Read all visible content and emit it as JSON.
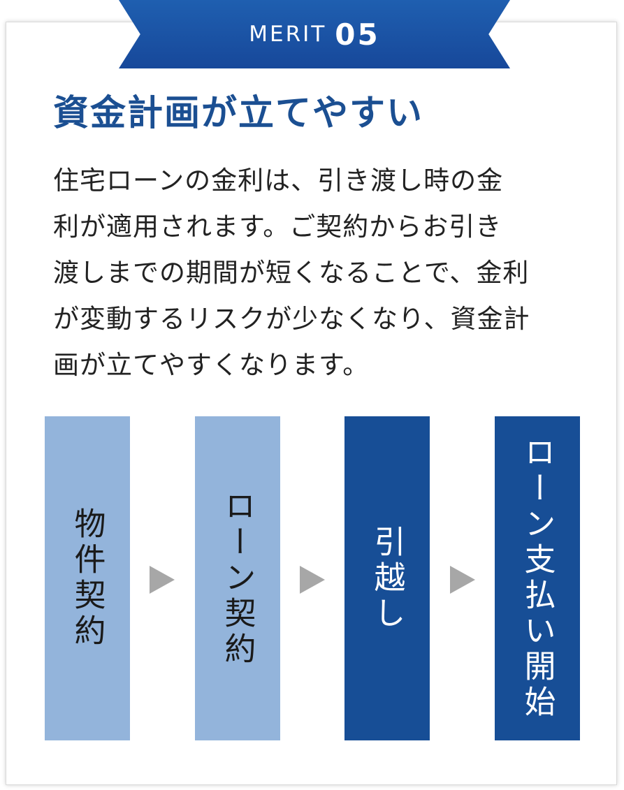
{
  "badge": {
    "merit": "MERIT",
    "number": "05"
  },
  "title": "資金計画が立てやすい",
  "body_lines": [
    "住宅ローンの金利は、引き渡し時の金",
    "利が適用されます。ご契約からお引き",
    "渡しまでの期間が短くなることで、金利",
    "が変動するリスクが少なくなり、資金計",
    "画が立てやすくなります。"
  ],
  "steps": [
    {
      "label": "物件契約",
      "style": "light"
    },
    {
      "label": "ローン契約",
      "style": "light"
    },
    {
      "label": "引越し",
      "style": "dark"
    },
    {
      "label": "ローン支払い開始",
      "style": "dark"
    }
  ],
  "colors": {
    "ribbon": "#1b55a3",
    "title": "#1b4f92",
    "step_light": "#93b4db",
    "step_dark": "#174e96",
    "arrow": "#a7a7a7"
  },
  "icons": {
    "arrow": "triangle-right"
  }
}
